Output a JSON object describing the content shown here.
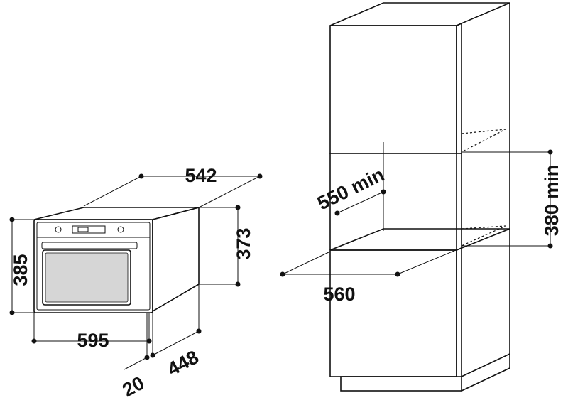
{
  "oven_dimensions": {
    "depth_top": "542",
    "height_body": "373",
    "height_front": "385",
    "width_front": "595",
    "depth_body": "448",
    "front_thickness": "20"
  },
  "cabinet_dimensions": {
    "niche_depth": "550 min",
    "niche_height": "380 min",
    "niche_width": "560"
  }
}
